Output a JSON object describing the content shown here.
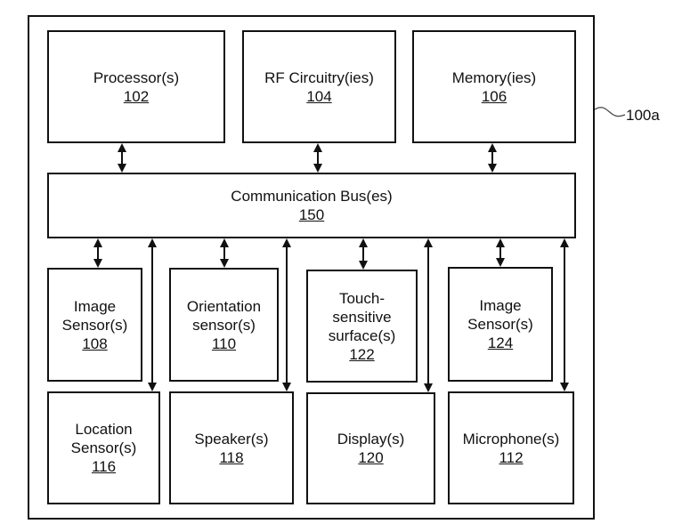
{
  "figure_label": "100a",
  "top_components": [
    {
      "label": "Processor(s)",
      "number": "102"
    },
    {
      "label": "RF Circuitry(ies)",
      "number": "104"
    },
    {
      "label": "Memory(ies)",
      "number": "106"
    }
  ],
  "bus": {
    "label": "Communication Bus(es)",
    "number": "150"
  },
  "middle_components": [
    {
      "label": "Image\nSensor(s)",
      "number": "108"
    },
    {
      "label": "Orientation\nsensor(s)",
      "number": "110"
    },
    {
      "label": "Touch-\nsensitive\nsurface(s)",
      "number": "122"
    },
    {
      "label": "Image\nSensor(s)",
      "number": "124"
    }
  ],
  "bottom_components": [
    {
      "label": "Location\nSensor(s)",
      "number": "116"
    },
    {
      "label": "Speaker(s)",
      "number": "118"
    },
    {
      "label": "Display(s)",
      "number": "120"
    },
    {
      "label": "Microphone(s)",
      "number": "112"
    }
  ]
}
